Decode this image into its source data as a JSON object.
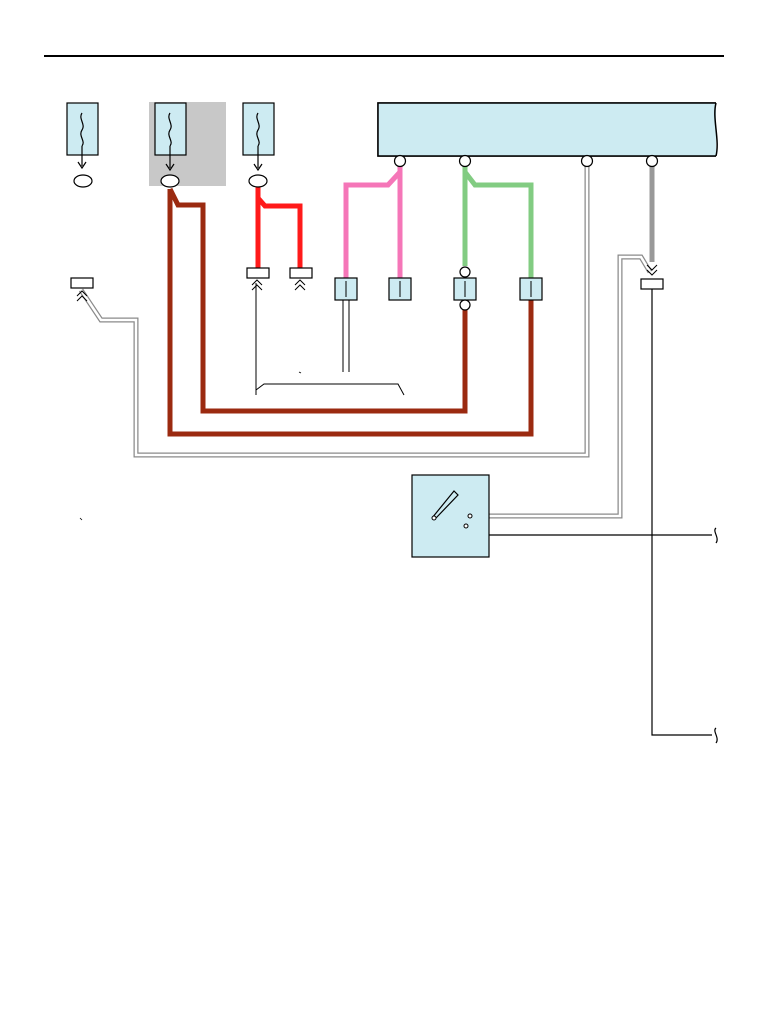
{
  "colors": {
    "component_fill": "#cdebf2",
    "highlight_fill": "#c8c8c8",
    "wire_brown": "#9b2a10",
    "wire_red": "#ff1a1a",
    "wire_pink": "#f576b8",
    "wire_green": "#82cc82",
    "wire_gray": "#999999",
    "wire_black": "#000000",
    "wire_outline": "#8a8a8a"
  },
  "icons": {
    "fuse": "fuse-icon",
    "connector_terminal": "double-chevron-terminal-icon",
    "inline_connector": "inline-connector-icon",
    "switch": "switch-contact-icon",
    "wire_break": "wire-break-icon"
  },
  "components": {
    "fuses": [
      "fuse-1",
      "fuse-2-highlighted",
      "fuse-3"
    ],
    "control_unit": "control-unit-box",
    "switch": "switch-box"
  },
  "wires": [
    {
      "id": "fuse2-to-center-connector",
      "color": "brown"
    },
    {
      "id": "fuse2-to-right-connector",
      "color": "brown"
    },
    {
      "id": "fuse3-to-connectors",
      "color": "red"
    },
    {
      "id": "ecu-pin1",
      "color": "pink"
    },
    {
      "id": "ecu-pin2",
      "color": "green"
    },
    {
      "id": "ecu-pin3-to-left-connector",
      "color": "white"
    },
    {
      "id": "ecu-pin4-to-ground-connector",
      "color": "gray"
    },
    {
      "id": "switch-outputs",
      "color": "black"
    }
  ]
}
